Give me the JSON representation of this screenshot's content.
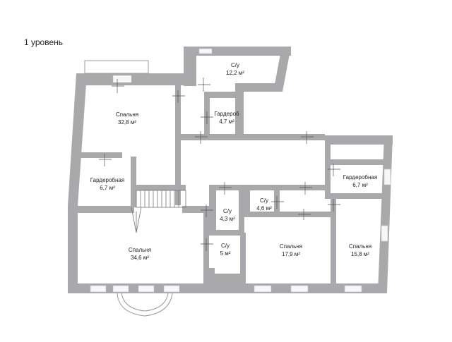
{
  "level_title": "1 уровень",
  "rooms": [
    {
      "id": "bath-top",
      "name": "С/у",
      "area": "12,2 м²"
    },
    {
      "id": "bedroom-nw",
      "name": "Спальня",
      "area": "32,8 м²"
    },
    {
      "id": "wardrobe-top",
      "name": "Гардероб",
      "area": "4,7 м²"
    },
    {
      "id": "wardrobe-left",
      "name": "Гардеробная",
      "area": "6,7 м²"
    },
    {
      "id": "wardrobe-right",
      "name": "Гардеробная",
      "area": "6,7 м²"
    },
    {
      "id": "bath-mid",
      "name": "С/у",
      "area": "4,3 м²"
    },
    {
      "id": "bath-small",
      "name": "С/у",
      "area": "4,6 м²"
    },
    {
      "id": "bedroom-sw",
      "name": "Спальня",
      "area": "34,6 м²"
    },
    {
      "id": "bath-low",
      "name": "С/у",
      "area": "5 м²"
    },
    {
      "id": "bedroom-mid",
      "name": "Спальня",
      "area": "17,9 м²"
    },
    {
      "id": "bedroom-se",
      "name": "Спальня",
      "area": "15,8 м²"
    }
  ],
  "colors": {
    "wall": "#a9a9ab",
    "window": "#f7f7f7",
    "text": "#222222"
  }
}
